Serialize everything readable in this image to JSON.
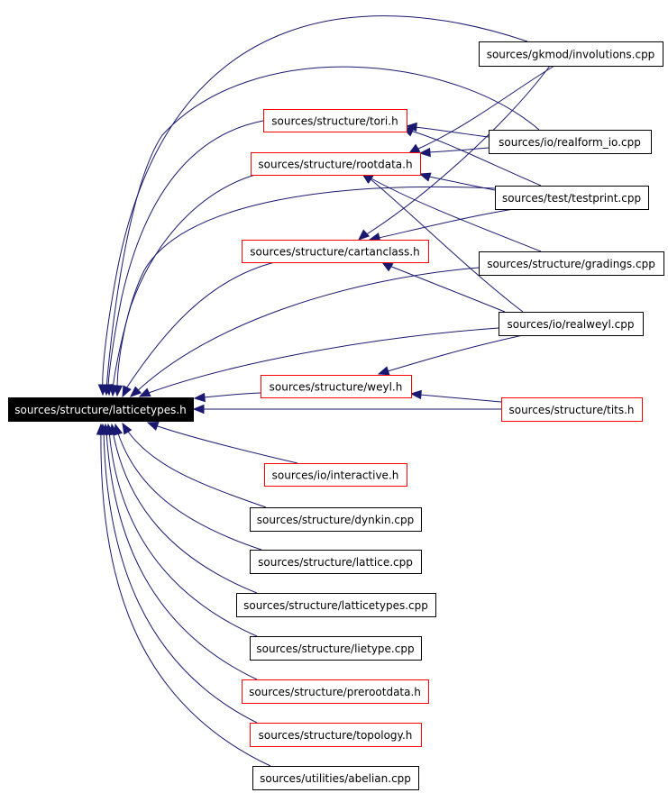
{
  "graph": {
    "edge_color": "#191970",
    "nodes": [
      {
        "id": "latticetypes_h",
        "label": "sources/structure/latticetypes.h",
        "style": "main"
      },
      {
        "id": "involutions",
        "label": "sources/gkmod/involutions.cpp",
        "style": "black"
      },
      {
        "id": "tori",
        "label": "sources/structure/tori.h",
        "style": "red"
      },
      {
        "id": "realform_io",
        "label": "sources/io/realform_io.cpp",
        "style": "black"
      },
      {
        "id": "rootdata",
        "label": "sources/structure/rootdata.h",
        "style": "red"
      },
      {
        "id": "testprint",
        "label": "sources/test/testprint.cpp",
        "style": "black"
      },
      {
        "id": "cartanclass",
        "label": "sources/structure/cartanclass.h",
        "style": "red"
      },
      {
        "id": "gradings",
        "label": "sources/structure/gradings.cpp",
        "style": "black"
      },
      {
        "id": "realweyl",
        "label": "sources/io/realweyl.cpp",
        "style": "black"
      },
      {
        "id": "weyl",
        "label": "sources/structure/weyl.h",
        "style": "red"
      },
      {
        "id": "tits",
        "label": "sources/structure/tits.h",
        "style": "red"
      },
      {
        "id": "interactive",
        "label": "sources/io/interactive.h",
        "style": "red"
      },
      {
        "id": "dynkin",
        "label": "sources/structure/dynkin.cpp",
        "style": "black"
      },
      {
        "id": "lattice",
        "label": "sources/structure/lattice.cpp",
        "style": "black"
      },
      {
        "id": "latticetypes_cpp",
        "label": "sources/structure/latticetypes.cpp",
        "style": "black"
      },
      {
        "id": "lietype",
        "label": "sources/structure/lietype.cpp",
        "style": "black"
      },
      {
        "id": "prerootdata",
        "label": "sources/structure/prerootdata.h",
        "style": "red"
      },
      {
        "id": "topology",
        "label": "sources/structure/topology.h",
        "style": "red"
      },
      {
        "id": "abelian",
        "label": "sources/utilities/abelian.cpp",
        "style": "black"
      }
    ]
  }
}
